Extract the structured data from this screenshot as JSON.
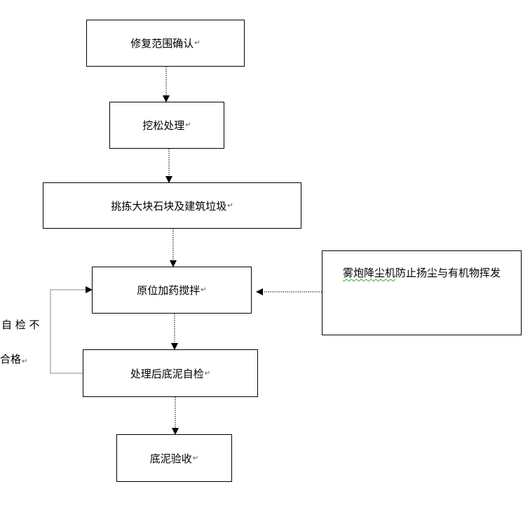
{
  "steps": [
    {
      "label": "修复范围确认"
    },
    {
      "label": "挖松处理"
    },
    {
      "label": "挑拣大块石块及建筑垃圾"
    },
    {
      "label": "原位加药搅拌"
    },
    {
      "label": "处理后底泥自检"
    },
    {
      "label": "底泥验收"
    }
  ],
  "side_box": {
    "label_marked": "雾炮降尘机",
    "label_rest": "防止扬尘与有机物挥发"
  },
  "feedback": {
    "line1": "自 检 不",
    "line2": "合格"
  },
  "paragraph_mark": "↵"
}
